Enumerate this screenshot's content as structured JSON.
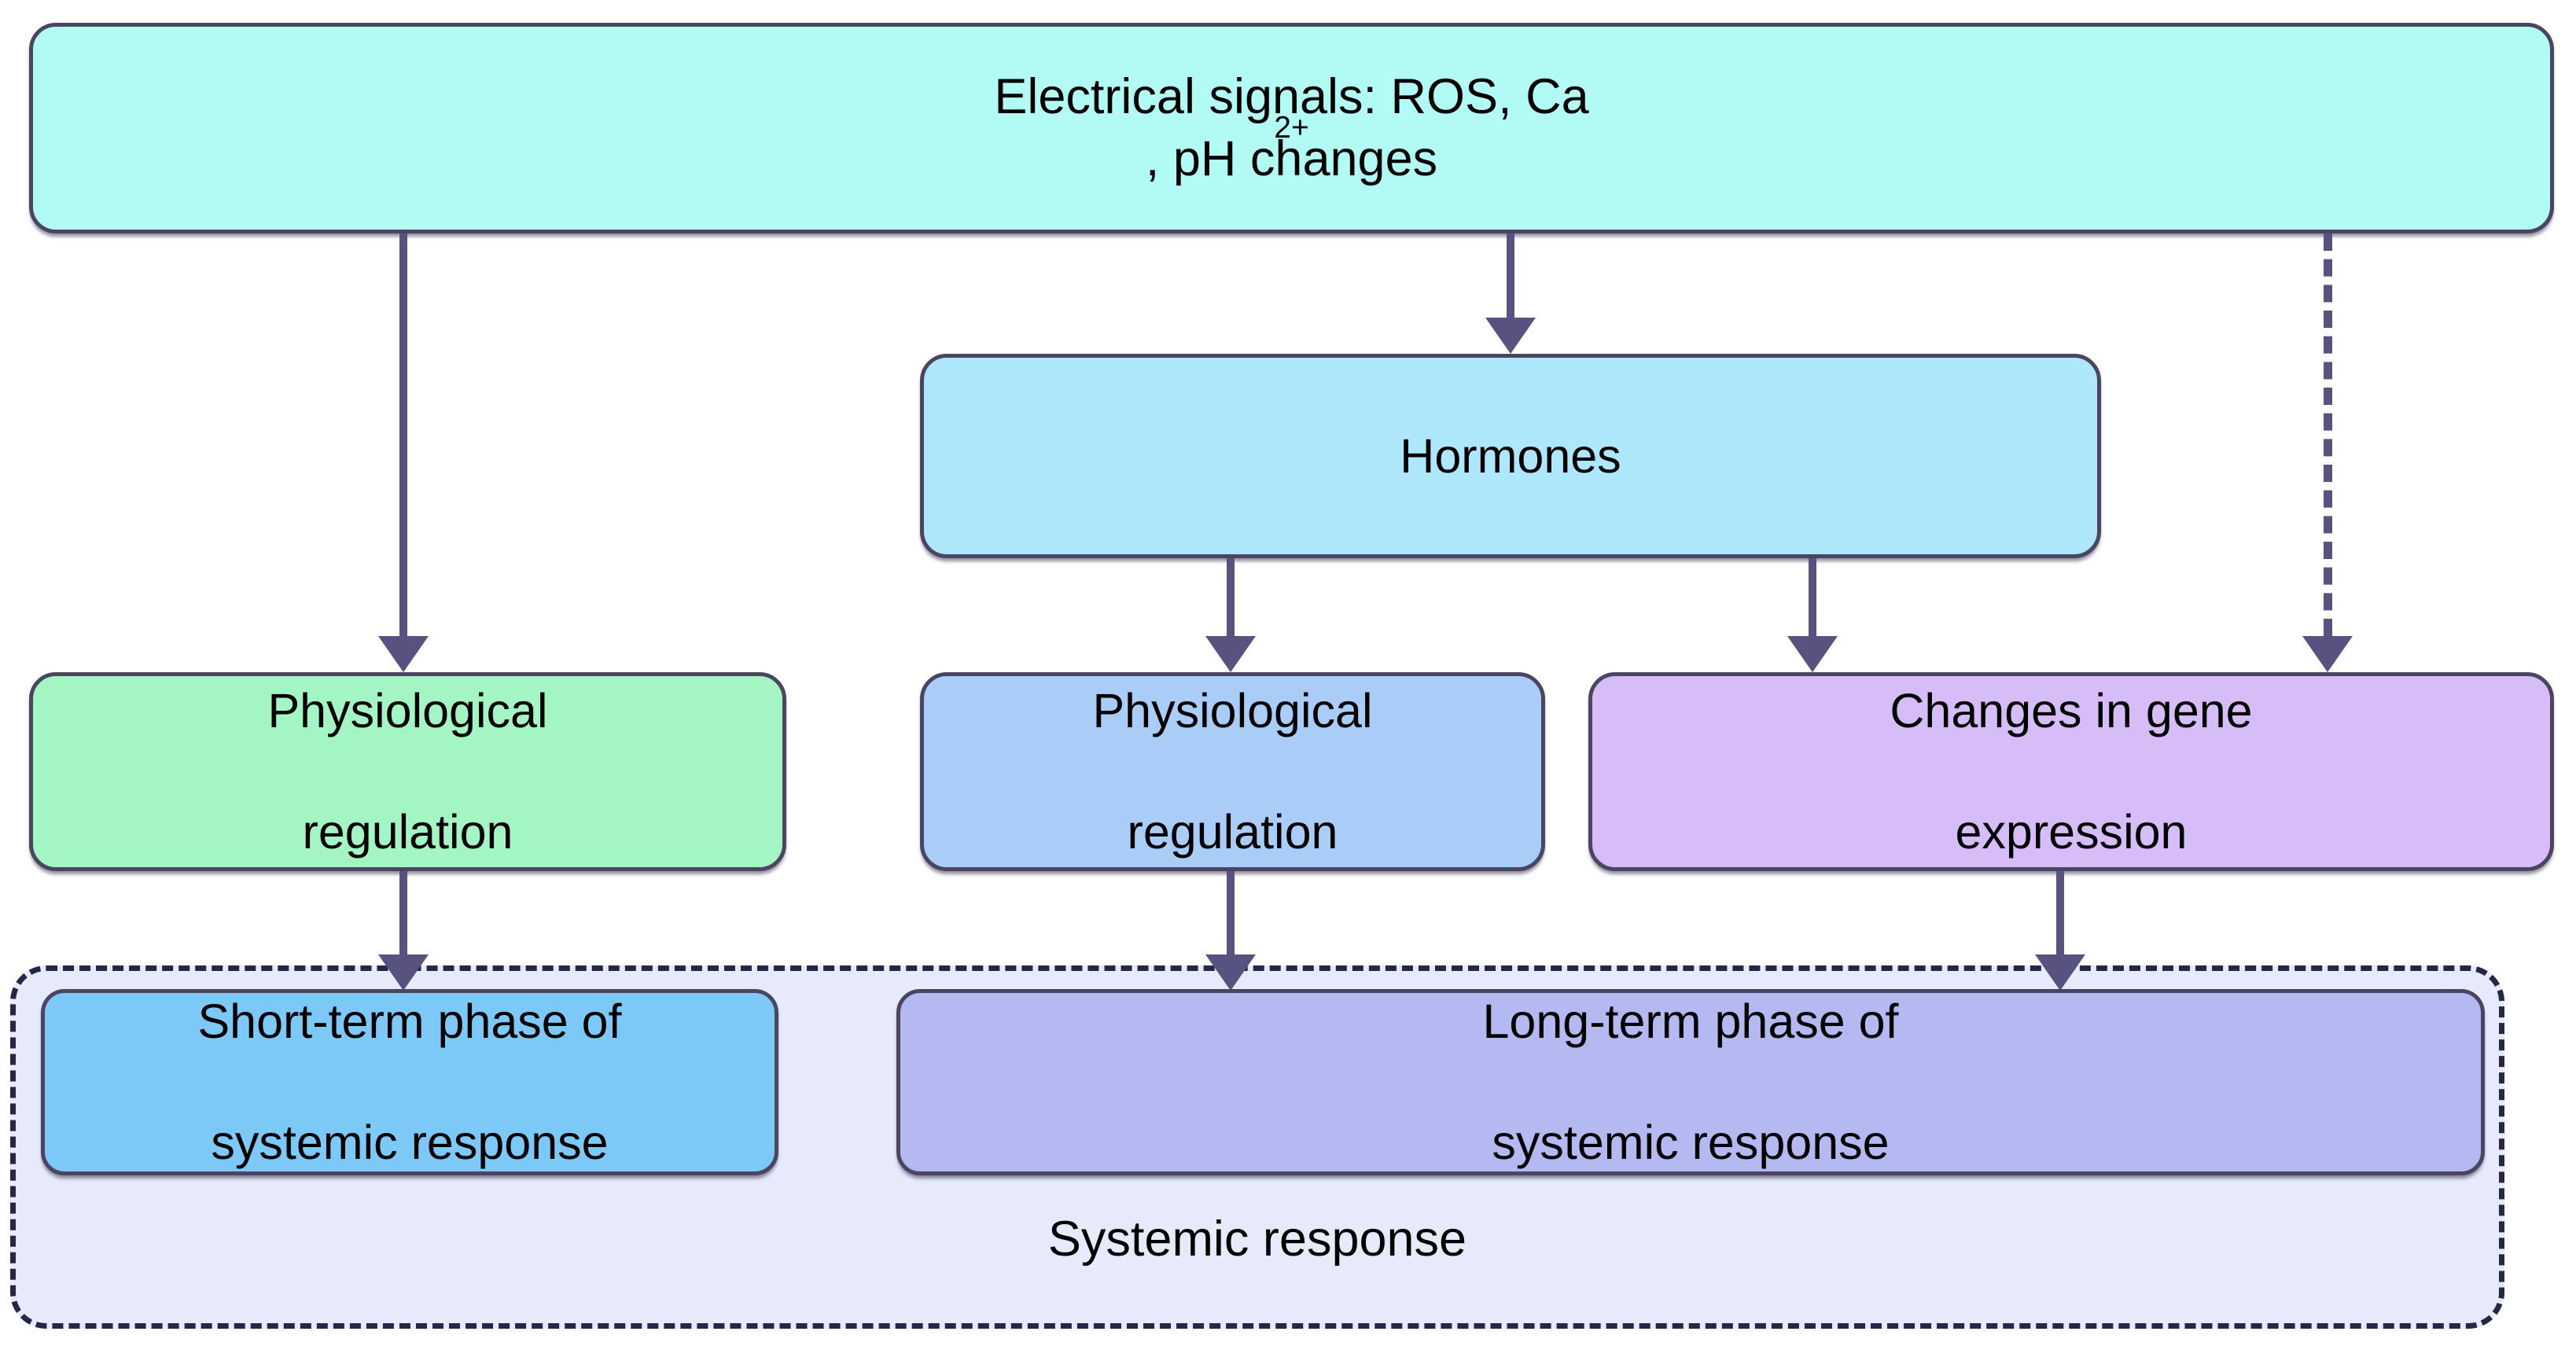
{
  "diagram": {
    "title_node": {
      "label_pre": "Electrical signals: ROS, Ca",
      "label_sup": "2+",
      "label_post": ", pH changes",
      "full_text": "Electrical signals: ROS, Ca2+, pH changes",
      "color": "#b2fbf4"
    },
    "hormones_node": {
      "label": "Hormones",
      "color": "#aee7fb"
    },
    "physiological_green_node": {
      "label": "Physiological\nregulation",
      "line1": "Physiological",
      "line2": "regulation",
      "color": "#a4f5c4"
    },
    "physiological_blue_node": {
      "label": "Physiological\nregulation",
      "line1": "Physiological",
      "line2": "regulation",
      "color": "#aacdf7"
    },
    "gene_expression_node": {
      "label": "Changes in gene\nexpression",
      "line1": "Changes in gene",
      "line2": "expression",
      "color": "#d6bdf7"
    },
    "short_term_node": {
      "label": "Short-term phase of\nsystemic response",
      "line1": "Short-term phase of",
      "line2": "systemic response",
      "color": "#7cc8f7"
    },
    "long_term_node": {
      "label": "Long-term phase of\nsystemic response",
      "line1": "Long-term phase of",
      "line2": "systemic response",
      "color": "#b4b9f2"
    },
    "systemic_group": {
      "label": "Systemic response",
      "fill": "#e6eafb",
      "border": "#272548",
      "border_style": "dashed"
    },
    "edge_color": "#575280",
    "node_border_color": "#4a4560",
    "edges": [
      {
        "from": "title_node",
        "to": "physiological_green_node",
        "style": "solid"
      },
      {
        "from": "title_node",
        "to": "hormones_node",
        "style": "solid"
      },
      {
        "from": "title_node",
        "to": "gene_expression_node",
        "style": "dashed"
      },
      {
        "from": "hormones_node",
        "to": "physiological_blue_node",
        "style": "solid"
      },
      {
        "from": "hormones_node",
        "to": "gene_expression_node",
        "style": "solid"
      },
      {
        "from": "physiological_green_node",
        "to": "short_term_node",
        "style": "solid"
      },
      {
        "from": "physiological_blue_node",
        "to": "long_term_node",
        "style": "solid"
      },
      {
        "from": "gene_expression_node",
        "to": "long_term_node",
        "style": "solid"
      }
    ]
  }
}
